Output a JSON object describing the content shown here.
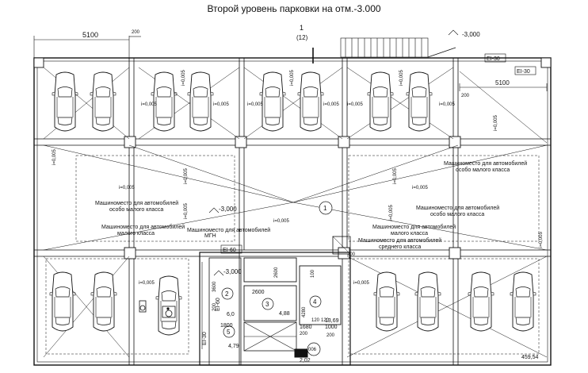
{
  "title": "Второй уровень парковки  на отм.-3.000",
  "section_mark": {
    "number": "1",
    "sheet": "(12)"
  },
  "level_marks": [
    "-3,000",
    "-3,000",
    "-3,000"
  ],
  "dimensions": {
    "top_left_span": "5100",
    "top_gap": "200",
    "right_span": "5100",
    "right_gap": "200",
    "stair_width": "2600",
    "stair_height": "3600",
    "room3_height": "2600",
    "room4_height": "4280",
    "core_w1": "1680",
    "core_w2": "1800",
    "core_w3": "1000",
    "core_w4": "120",
    "core_w5": "120",
    "small_100": "100",
    "small_200a": "200",
    "small_200b": "200",
    "small_200c": "200",
    "small_200d": "200",
    "area_small": "6,0",
    "area_3": "4,88",
    "area_5": "4,79",
    "area_006": "2,02",
    "area_4": "13,69",
    "corner_area": "459,54"
  },
  "slopes": [
    "i=0,005",
    "i=0,005",
    "i=0,005",
    "i=0,005",
    "i=0,005",
    "i=0,005",
    "i=0,005",
    "i=0,005",
    "i=0,005",
    "i=0,005",
    "i=0,005",
    "i=0,005",
    "i=0,005",
    "i=0,005",
    "i=0,005",
    "i=0,005",
    "i=0,005",
    "i=0,005",
    "i=0,005",
    "i=0,005",
    "i=0,005"
  ],
  "fire_labels": [
    "EI-30",
    "EI-30",
    "EI-60",
    "EI-60",
    "EI-30"
  ],
  "room_numbers": [
    "1",
    "2",
    "3",
    "4",
    "5",
    "006"
  ],
  "parking_labels": [
    {
      "l1": "Машиноместо для автомобилей",
      "l2": "особо малого класса"
    },
    {
      "l1": "Машиноместо для автомобилей",
      "l2": "малого класса"
    },
    {
      "l1": "Машиноместо для автомобилей",
      "l2": "МГН"
    },
    {
      "l1": "Машиноместо для автомобилей",
      "l2": "особо малого класса"
    },
    {
      "l1": "Машиноместо для автомобилей",
      "l2": "особо малого класса"
    },
    {
      "l1": "Машиноместо для автомобилей",
      "l2": "малого класса"
    },
    {
      "l1": "Машиноместо для автомобилей",
      "l2": "среднего класса"
    }
  ],
  "icons": {
    "car": "car-top-view-icon",
    "accessible": "wheelchair-icon"
  }
}
